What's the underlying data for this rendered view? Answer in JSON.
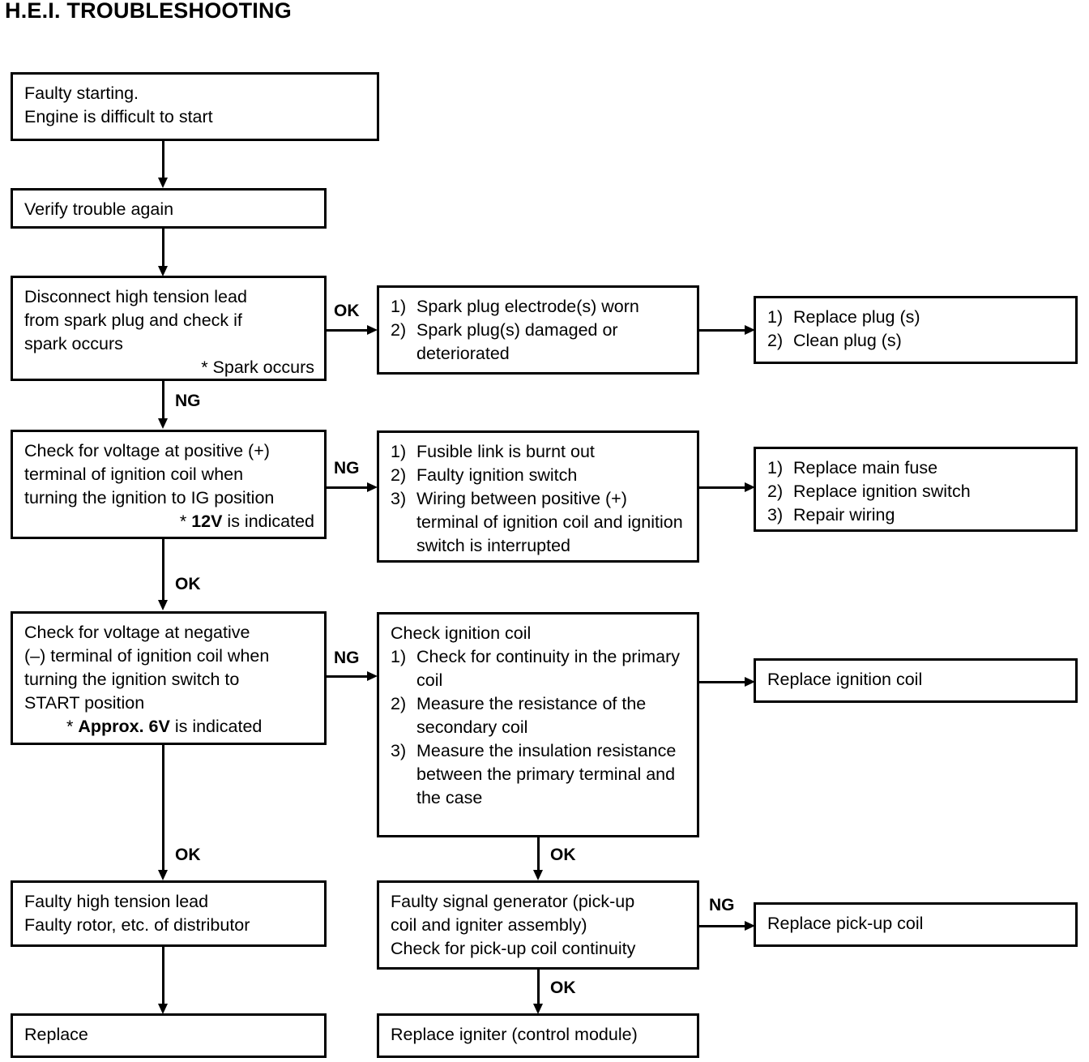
{
  "page": {
    "title": "H.E.I. TROUBLESHOOTING"
  },
  "nodes": {
    "faulty_starting": {
      "lines": [
        "Faulty starting.",
        "Engine is difficult to start"
      ]
    },
    "verify_trouble": {
      "lines": [
        "Verify trouble again"
      ]
    },
    "disconnect_lead": {
      "lines": [
        "Disconnect high tension lead",
        "from spark plug and check if",
        "spark occurs"
      ],
      "note": "* Spark occurs"
    },
    "spark_plug_causes": {
      "items": [
        {
          "num": "1)",
          "text": "Spark plug electrode(s) worn"
        },
        {
          "num": "2)",
          "text": "Spark plug(s) damaged or deteriorated"
        }
      ]
    },
    "spark_plug_remedy": {
      "items": [
        {
          "num": "1)",
          "text": "Replace plug (s)"
        },
        {
          "num": "2)",
          "text": "Clean plug (s)"
        }
      ]
    },
    "check_positive": {
      "lines": [
        "Check for voltage at positive (+)",
        "terminal of ignition coil when",
        "turning the ignition to IG position"
      ],
      "note_prefix": "* ",
      "note_bold": "12V",
      "note_suffix": " is indicated"
    },
    "positive_causes": {
      "items": [
        {
          "num": "1)",
          "text": "Fusible link is burnt out"
        },
        {
          "num": "2)",
          "text": "Faulty ignition switch"
        },
        {
          "num": "3)",
          "text": "Wiring between positive (+) terminal of ignition coil and ignition switch is interrupted"
        }
      ]
    },
    "positive_remedy": {
      "items": [
        {
          "num": "1)",
          "text": "Replace main fuse"
        },
        {
          "num": "2)",
          "text": "Replace ignition switch"
        },
        {
          "num": "3)",
          "text": "Repair wiring"
        }
      ]
    },
    "check_negative": {
      "lines": [
        "Check for voltage at negative",
        "(–) terminal of ignition coil when",
        "turning the ignition switch to",
        "START position"
      ],
      "note_prefix": "* ",
      "note_bold": "Approx. 6V",
      "note_suffix": " is indicated"
    },
    "check_coil": {
      "heading": "Check ignition coil",
      "items": [
        {
          "num": "1)",
          "text": "Check for continuity in the primary coil"
        },
        {
          "num": "2)",
          "text": "Measure the resistance of the secondary coil"
        },
        {
          "num": "3)",
          "text": "Measure the insulation resistance between the primary terminal and the case"
        }
      ]
    },
    "replace_coil": {
      "lines": [
        "Replace ignition coil"
      ]
    },
    "faulty_lead": {
      "lines": [
        "Faulty high tension lead",
        "Faulty rotor, etc. of distributor"
      ]
    },
    "faulty_signal_generator": {
      "lines": [
        "Faulty signal generator (pick-up",
        "coil and igniter assembly)",
        "Check for pick-up coil continuity"
      ]
    },
    "replace_pickup": {
      "lines": [
        "Replace pick-up coil"
      ]
    },
    "replace": {
      "lines": [
        "Replace"
      ]
    },
    "replace_igniter": {
      "lines": [
        "Replace igniter (control module)"
      ]
    }
  },
  "edges": {
    "ok_spark": "OK",
    "ng_to_positive": "NG",
    "ng_positive_causes": "NG",
    "ok_to_negative": "OK",
    "ng_negative_coil": "NG",
    "ok_to_faulty_lead": "OK",
    "ok_to_signal_generator": "OK",
    "ng_to_replace_pickup": "NG",
    "ok_to_replace_igniter": "OK"
  },
  "chart_data": {
    "type": "diagram",
    "diagram_kind": "troubleshooting-flowchart",
    "title": "H.E.I. TROUBLESHOOTING",
    "nodes": [
      {
        "id": "faulty_starting",
        "label": "Faulty starting. Engine is difficult to start",
        "column": 1
      },
      {
        "id": "verify_trouble",
        "label": "Verify trouble again",
        "column": 1
      },
      {
        "id": "disconnect_lead",
        "label": "Disconnect high tension lead from spark plug and check if spark occurs * Spark occurs",
        "column": 1
      },
      {
        "id": "spark_plug_causes",
        "label": "1) Spark plug electrode(s) worn 2) Spark plug(s) damaged or deteriorated",
        "column": 2
      },
      {
        "id": "spark_plug_remedy",
        "label": "1) Replace plug (s) 2) Clean plug (s)",
        "column": 3
      },
      {
        "id": "check_positive",
        "label": "Check for voltage at positive (+) terminal of ignition coil when turning the ignition to IG position * 12V is indicated",
        "column": 1
      },
      {
        "id": "positive_causes",
        "label": "1) Fusible link is burnt out 2) Faulty ignition switch 3) Wiring between positive (+) terminal of ignition coil and ignition switch is interrupted",
        "column": 2
      },
      {
        "id": "positive_remedy",
        "label": "1) Replace main fuse 2) Replace ignition switch 3) Repair wiring",
        "column": 3
      },
      {
        "id": "check_negative",
        "label": "Check for voltage at negative (–) terminal of ignition coil when turning the ignition switch to START position * Approx. 6V is indicated",
        "column": 1
      },
      {
        "id": "check_coil",
        "label": "Check ignition coil 1) Check for continuity in the primary coil 2) Measure the resistance of the secondary coil 3) Measure the insulation resistance between the primary terminal and the case",
        "column": 2
      },
      {
        "id": "replace_coil",
        "label": "Replace ignition coil",
        "column": 3
      },
      {
        "id": "faulty_lead",
        "label": "Faulty high tension lead Faulty rotor, etc. of distributor",
        "column": 1
      },
      {
        "id": "faulty_signal_generator",
        "label": "Faulty signal generator (pick-up coil and igniter assembly) Check for pick-up coil continuity",
        "column": 2
      },
      {
        "id": "replace_pickup",
        "label": "Replace pick-up coil",
        "column": 3
      },
      {
        "id": "replace",
        "label": "Replace",
        "column": 1
      },
      {
        "id": "replace_igniter",
        "label": "Replace igniter (control module)",
        "column": 2
      }
    ],
    "edges": [
      {
        "from": "faulty_starting",
        "to": "verify_trouble",
        "label": ""
      },
      {
        "from": "verify_trouble",
        "to": "disconnect_lead",
        "label": ""
      },
      {
        "from": "disconnect_lead",
        "to": "spark_plug_causes",
        "label": "OK"
      },
      {
        "from": "spark_plug_causes",
        "to": "spark_plug_remedy",
        "label": ""
      },
      {
        "from": "disconnect_lead",
        "to": "check_positive",
        "label": "NG"
      },
      {
        "from": "check_positive",
        "to": "positive_causes",
        "label": "NG"
      },
      {
        "from": "positive_causes",
        "to": "positive_remedy",
        "label": ""
      },
      {
        "from": "check_positive",
        "to": "check_negative",
        "label": "OK"
      },
      {
        "from": "check_negative",
        "to": "check_coil",
        "label": "NG"
      },
      {
        "from": "check_coil",
        "to": "replace_coil",
        "label": ""
      },
      {
        "from": "check_negative",
        "to": "faulty_lead",
        "label": "OK"
      },
      {
        "from": "check_coil",
        "to": "faulty_signal_generator",
        "label": "OK"
      },
      {
        "from": "faulty_signal_generator",
        "to": "replace_pickup",
        "label": "NG"
      },
      {
        "from": "faulty_lead",
        "to": "replace",
        "label": ""
      },
      {
        "from": "faulty_signal_generator",
        "to": "replace_igniter",
        "label": "OK"
      }
    ]
  }
}
